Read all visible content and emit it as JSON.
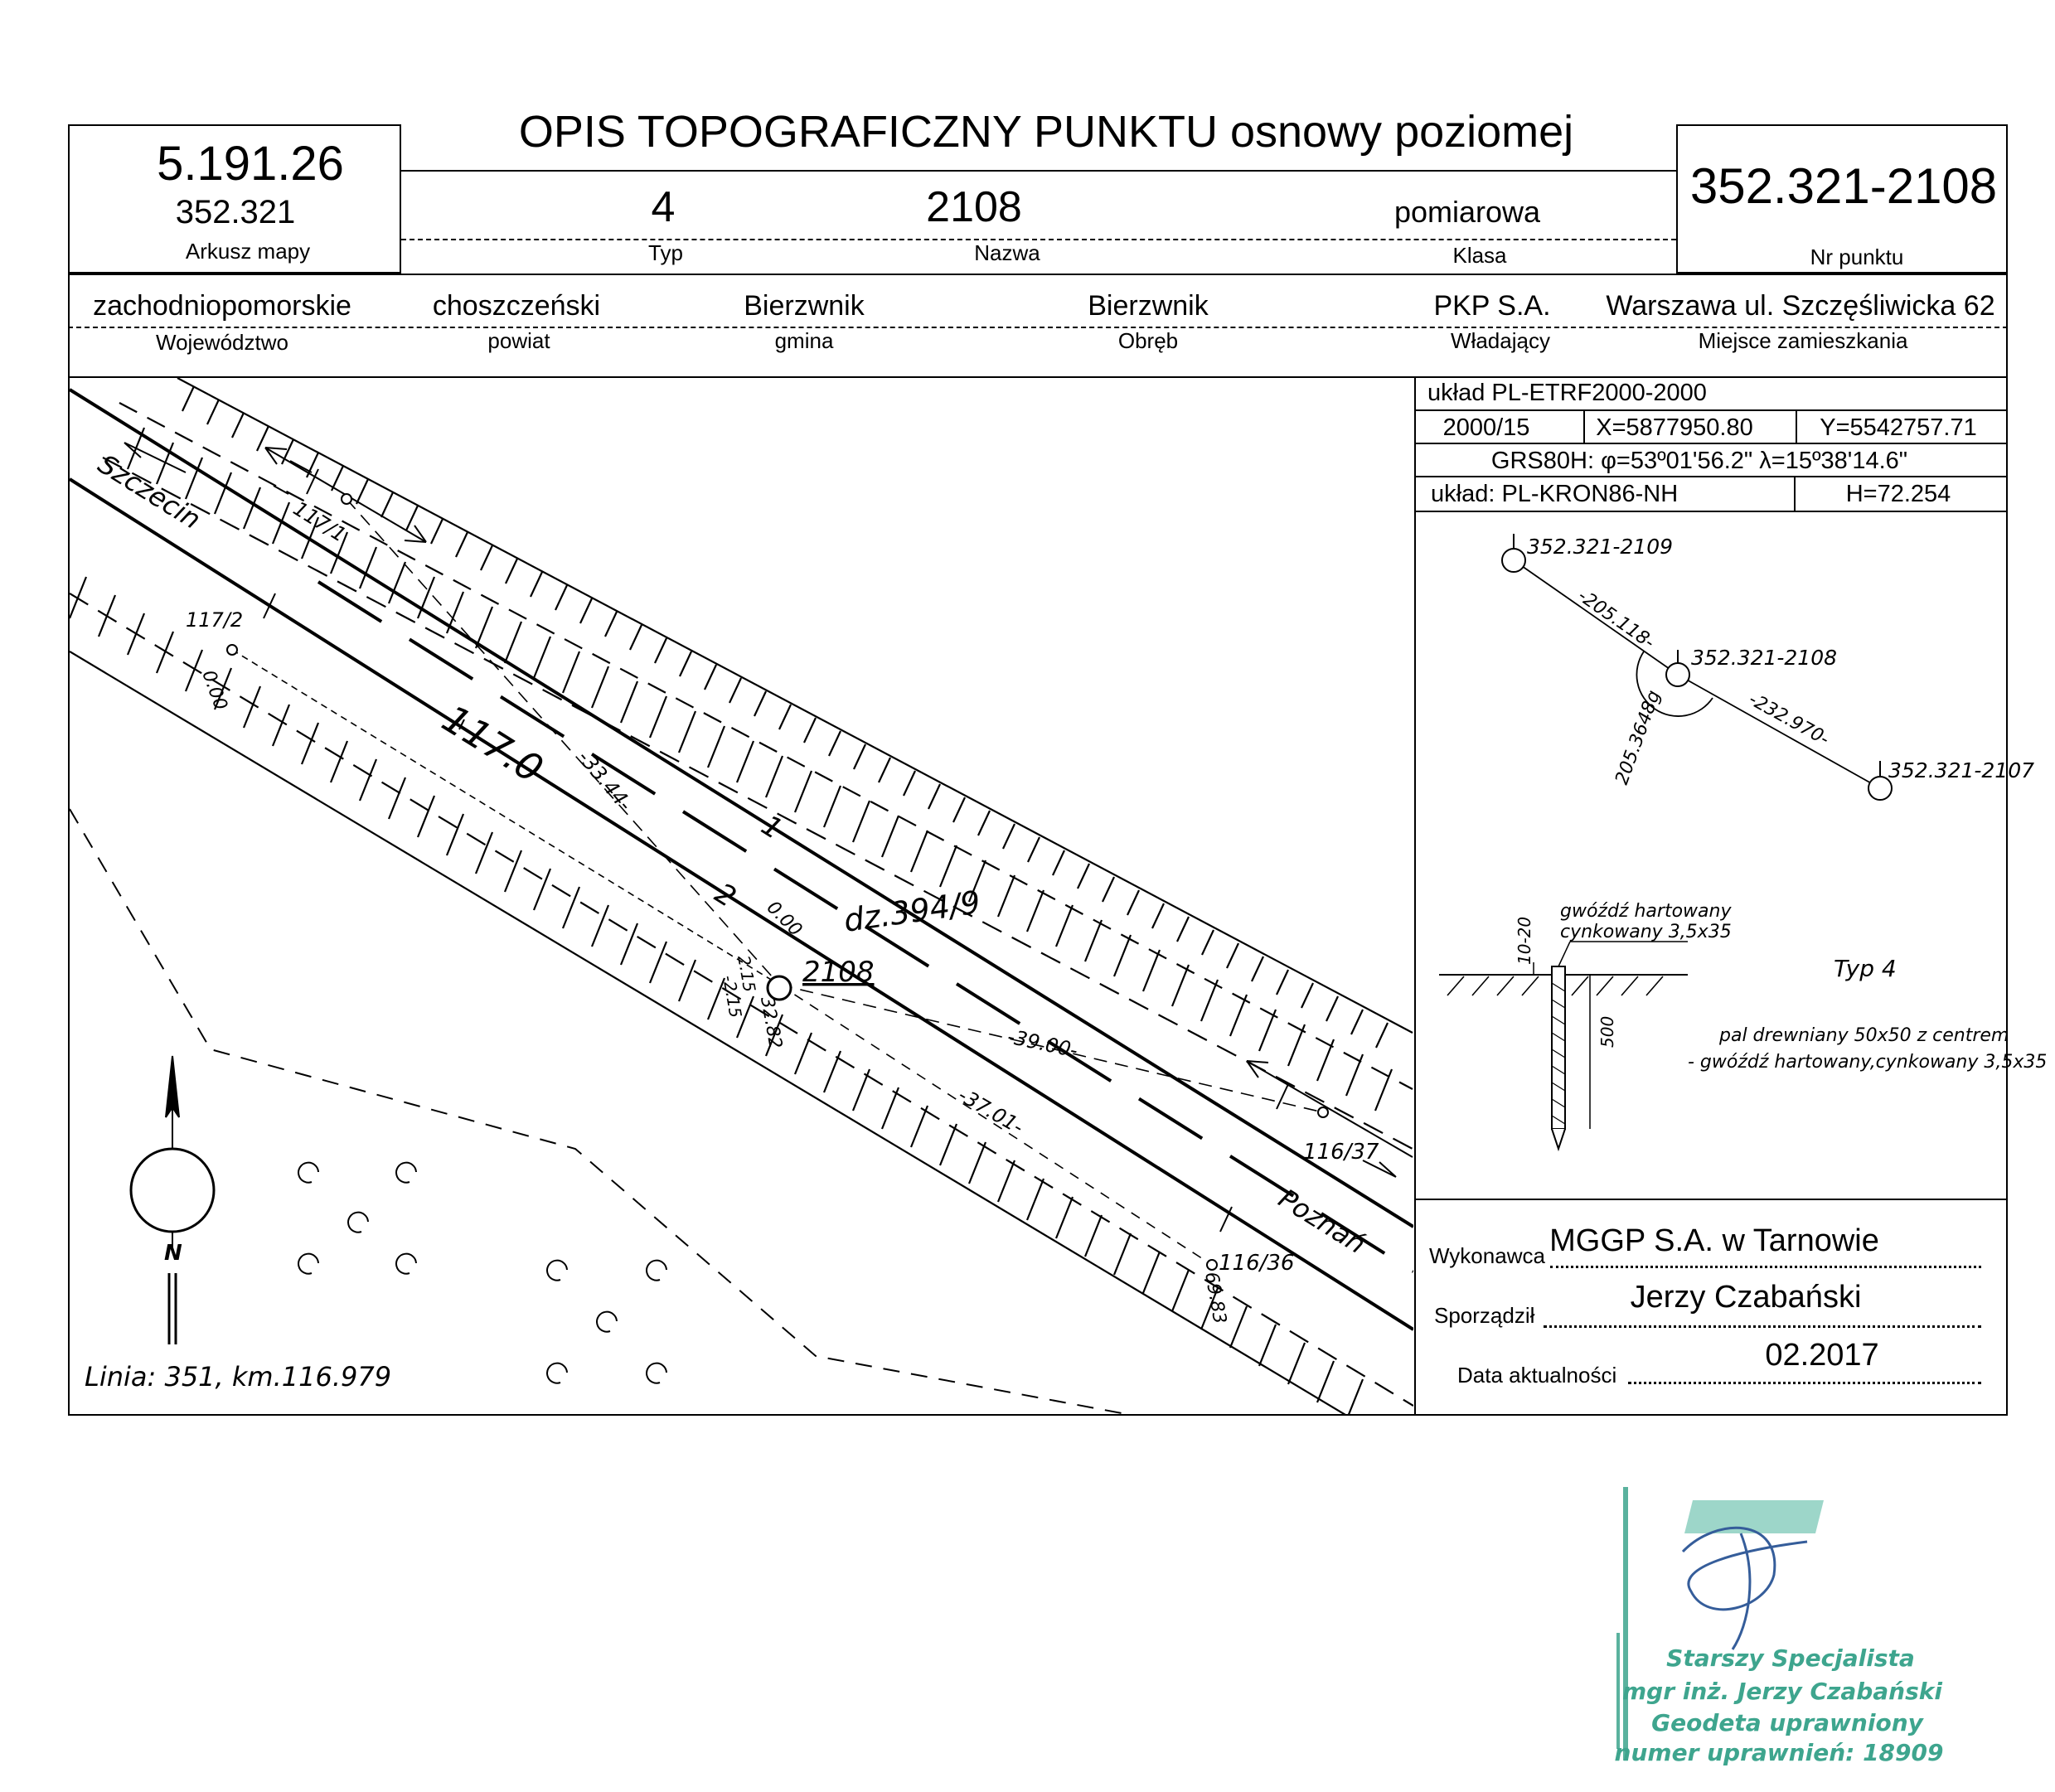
{
  "title": "OPIS TOPOGRAFICZNY PUNKTU osnowy poziomej",
  "sheet": {
    "code": "5.191.26",
    "sub": "352.321",
    "label": "Arkusz mapy"
  },
  "point_number": {
    "value": "352.321-2108",
    "label": "Nr punktu"
  },
  "header_fields": [
    {
      "value": "4",
      "label": "Typ"
    },
    {
      "value": "2108",
      "label": "Nazwa"
    },
    {
      "value": "pomiarowa",
      "label": "Klasa"
    }
  ],
  "location": [
    {
      "value": "zachodniopomorskie",
      "label": "Województwo"
    },
    {
      "value": "choszczeński",
      "label": "powiat"
    },
    {
      "value": "Bierzwnik",
      "label": "gmina"
    },
    {
      "value": "Bierzwnik",
      "label": "Obręb"
    },
    {
      "value": "PKP S.A.",
      "label": "Władający"
    },
    {
      "value": "Warszawa ul. Szczęśliwicka 62",
      "label": "Miejsce zamieszkania"
    }
  ],
  "coords": {
    "system": "układ PL-ETRF2000-2000",
    "zone": "2000/15",
    "x": "X=5877950.80",
    "y": "Y=5542757.71",
    "grs": "GRS80H: φ=53º01'56.2\" λ=15º38'14.6\"",
    "height_system": "układ: PL-KRON86-NH",
    "h": "H=72.254"
  },
  "network": {
    "p_top": "352.321-2109",
    "p_mid": "352.321-2108",
    "p_right": "352.321-2107",
    "d1": "-205.118-",
    "d2": "-232.970-",
    "angle": "205.3648g"
  },
  "stake": {
    "nail_label_1": "gwóźdź hartowany",
    "nail_label_2": "cynkowany 3,5x35",
    "depth_top": "10-20",
    "depth": "500",
    "type": "Typ 4",
    "desc_1": "pal drewniany 50x50 z centrem",
    "desc_2": "- gwóźdź hartowany,cynkowany 3,5x35"
  },
  "footer": {
    "contractor_label": "Wykonawca",
    "contractor": "MGGP S.A.  w Tarnowie",
    "author_label": "Sporządził",
    "author": "Jerzy Czabański",
    "date_label": "Data aktualności",
    "date": "02.2017"
  },
  "sketch": {
    "szczecin": "Szczecin",
    "poznan": "Poznań",
    "km": "117.0",
    "track1": "1",
    "track2": "2",
    "parcel": "dz.394/9",
    "point": "2108",
    "m1171": "117/1",
    "m1172": "117/2",
    "m11637": "116/37",
    "m11636": "116/36",
    "d3344": "-33.44-",
    "d3900": "-39.00-",
    "d3701": "-37.01-",
    "d000a": "0.00",
    "d000b": "0.00",
    "d215": "2.15",
    "d215b": "-2.15",
    "d3282": "32.82",
    "d6983": "69.83",
    "north": "N",
    "line_km": "Linia: 351, km.116.979"
  },
  "stamp": {
    "brand": "mggp",
    "line1": "Starszy Specjalista",
    "line2": "mgr inż. Jerzy Czabański",
    "line3": "Geodeta uprawniony",
    "line4": "numer uprawnień: 18909"
  }
}
